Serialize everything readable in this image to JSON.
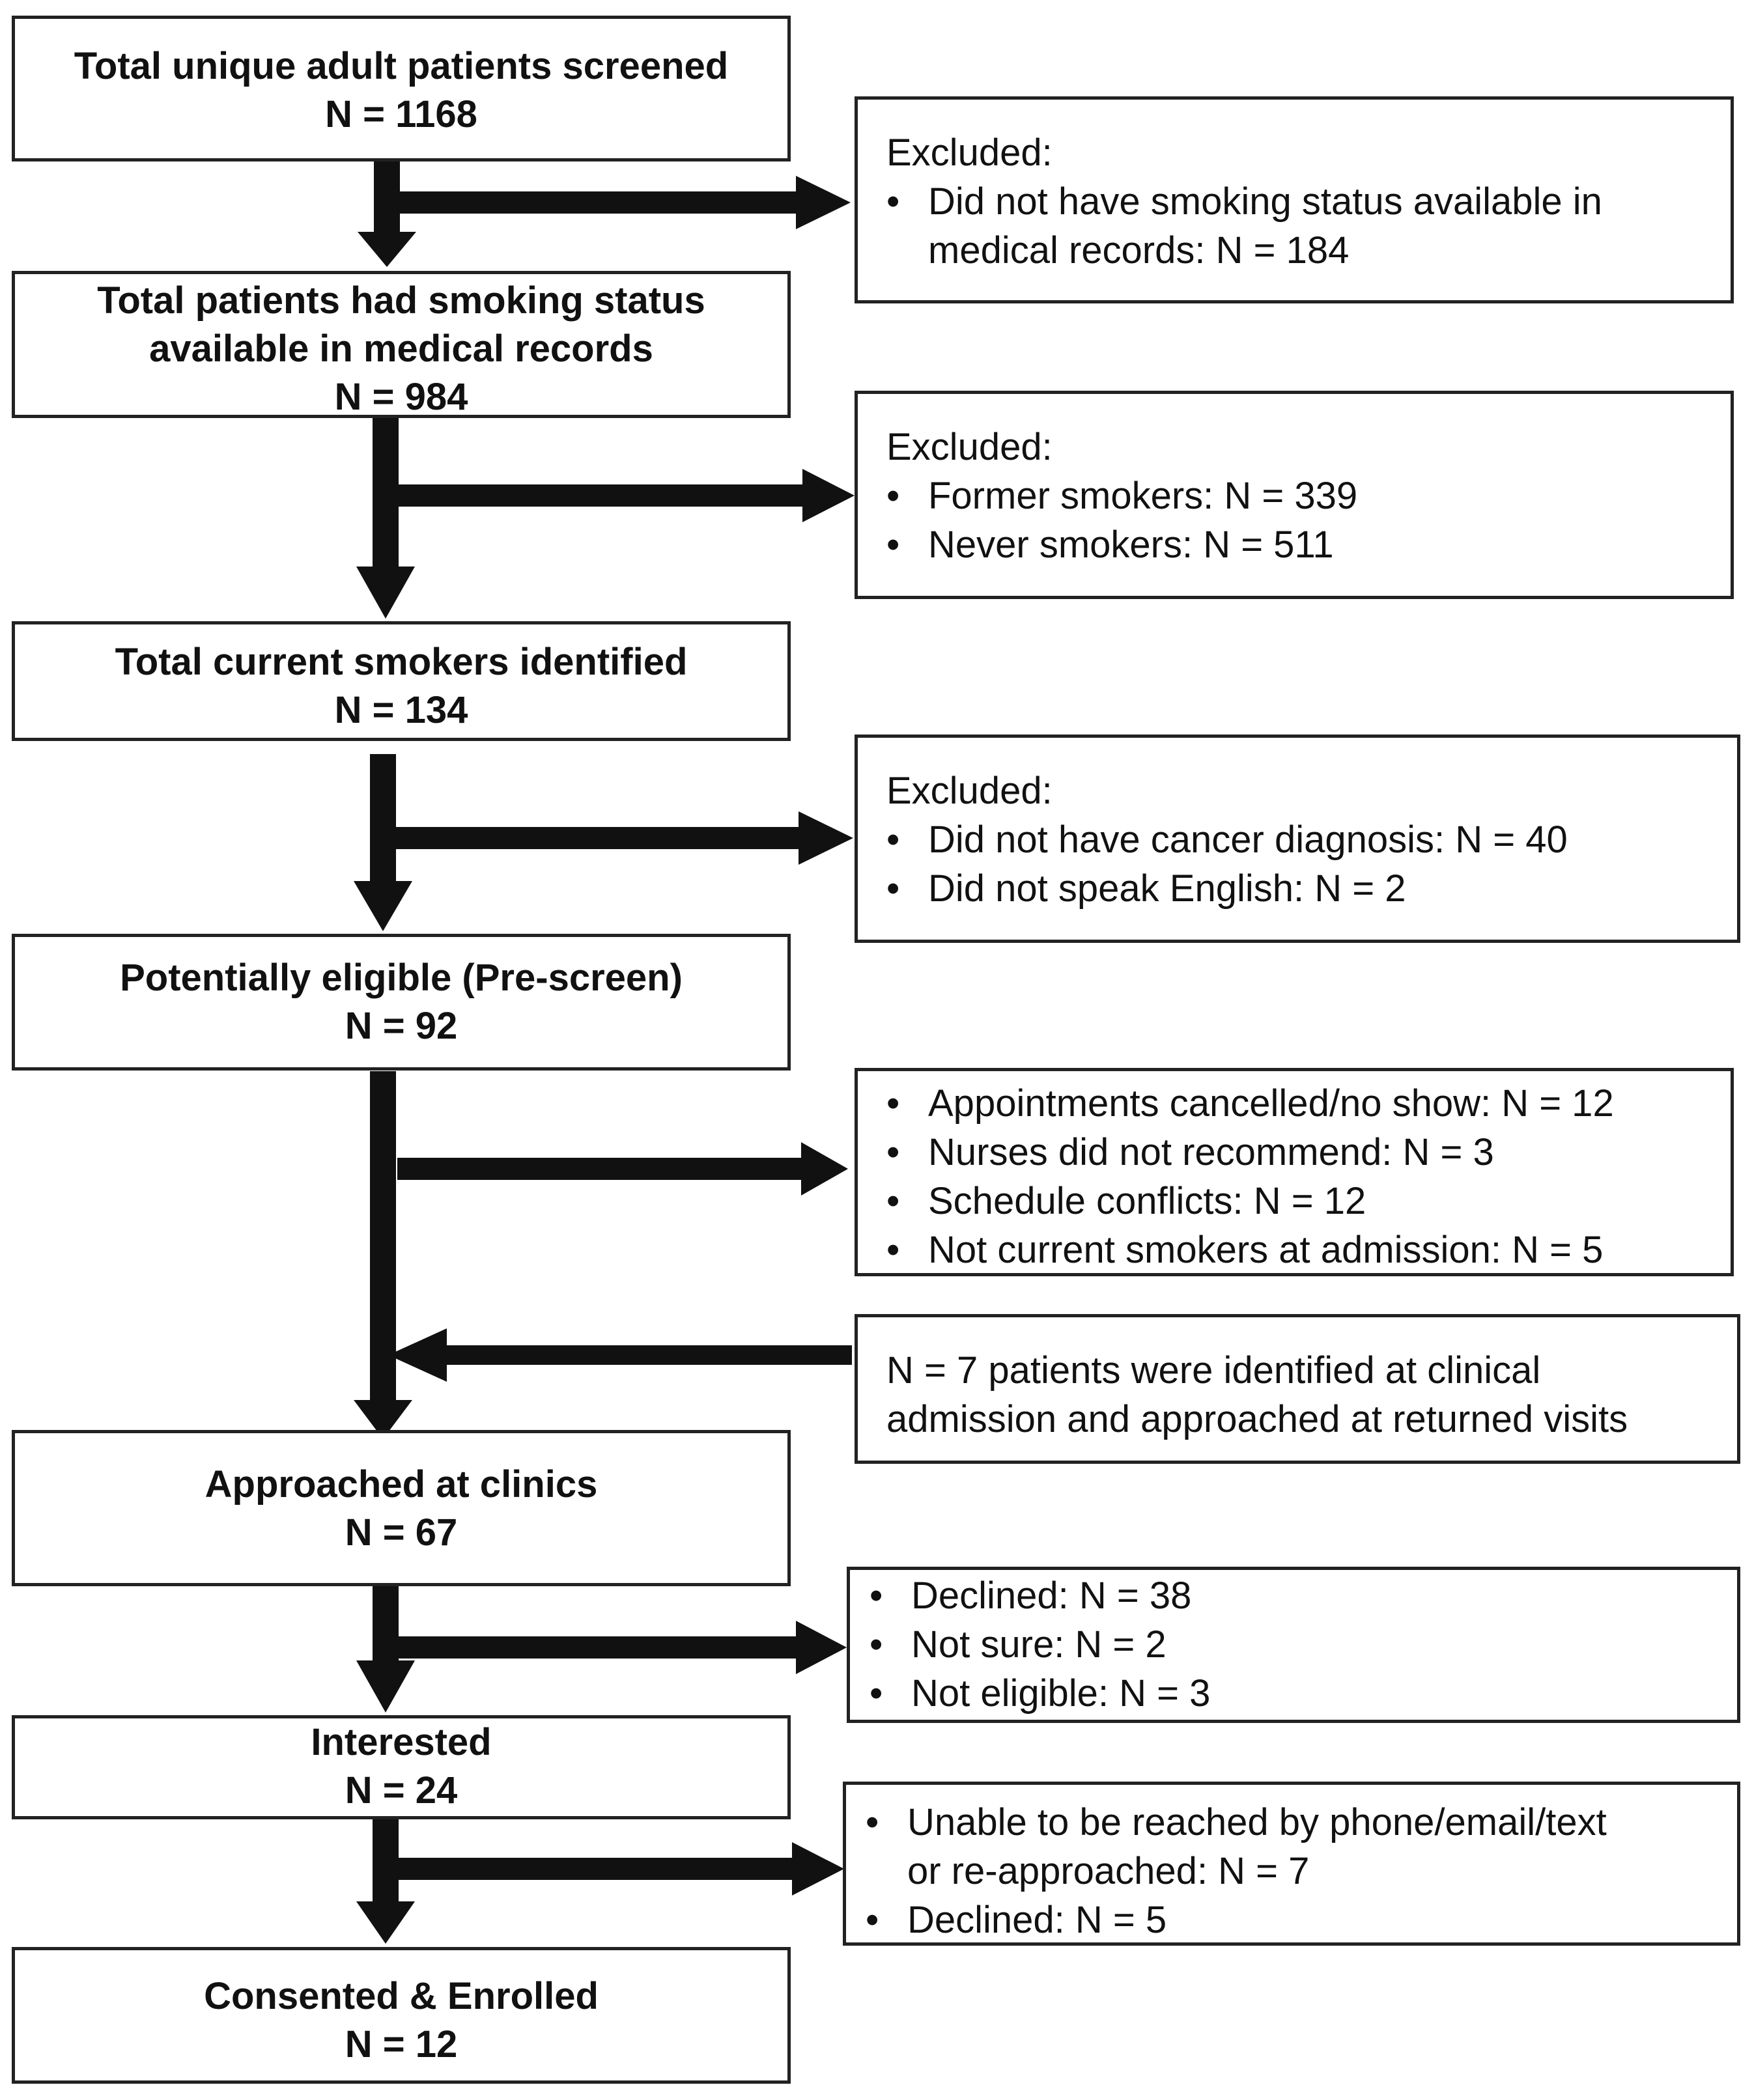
{
  "main_boxes": [
    {
      "title": "Total unique adult patients screened",
      "n": "N = 1168"
    },
    {
      "title_1": "Total patients had smoking status",
      "title_2": "available in medical records",
      "n": "N = 984"
    },
    {
      "title": "Total current smokers identified",
      "n": "N = 134"
    },
    {
      "title": "Potentially eligible (Pre-screen)",
      "n": "N = 92"
    },
    {
      "title": "Approached at clinics",
      "n": "N = 67"
    },
    {
      "title": "Interested",
      "n": "N = 24"
    },
    {
      "title": "Consented & Enrolled",
      "n": "N = 12"
    }
  ],
  "side_boxes": [
    {
      "header": "Excluded:",
      "items": [
        "Did not have smoking status available in"
      ],
      "continuation": "medical records: N = 184"
    },
    {
      "header": "Excluded:",
      "items": [
        "Former smokers: N = 339",
        "Never smokers: N = 511"
      ]
    },
    {
      "header": "Excluded:",
      "items": [
        "Did not have cancer diagnosis: N = 40",
        "Did not speak English: N = 2"
      ]
    },
    {
      "items": [
        "Appointments cancelled/no show: N = 12",
        "Nurses did not recommend: N = 3",
        "Schedule conflicts: N = 12",
        "Not current smokers at admission: N = 5"
      ]
    },
    {
      "items": [
        "Declined: N = 38",
        "Not sure: N = 2",
        "Not eligible: N = 3"
      ]
    },
    {
      "items": [
        "Unable to be reached by phone/email/text"
      ],
      "continuation": "or re-approached: N = 7",
      "items_after": [
        "Declined: N = 5"
      ]
    }
  ],
  "added_note": {
    "line_1": "N = 7 patients were identified at clinical",
    "line_2": "admission and approached at returned visits"
  },
  "colors": {
    "border": "#222222",
    "arrow": "#111111",
    "background": "#ffffff"
  }
}
